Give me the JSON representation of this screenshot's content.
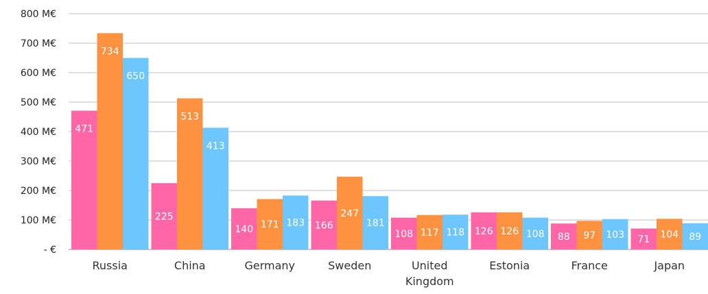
{
  "chart_data": {
    "type": "bar",
    "categories": [
      [
        "Russia"
      ],
      [
        "China"
      ],
      [
        "Germany"
      ],
      [
        "Sweden"
      ],
      [
        "United",
        "Kingdom"
      ],
      [
        "Estonia"
      ],
      [
        "France"
      ],
      [
        "Japan"
      ]
    ],
    "series": [
      {
        "color": "#ff66a8",
        "values": [
          471,
          225,
          140,
          166,
          108,
          126,
          88,
          71
        ]
      },
      {
        "color": "#ff9240",
        "values": [
          734,
          513,
          171,
          247,
          117,
          126,
          97,
          104
        ]
      },
      {
        "color": "#6ec6ff",
        "values": [
          650,
          413,
          183,
          181,
          118,
          108,
          103,
          89
        ]
      }
    ],
    "ylim": [
      0,
      800
    ],
    "yticks": [
      {
        "value": 0,
        "label": "- €"
      },
      {
        "value": 100,
        "label": "100 M€"
      },
      {
        "value": 200,
        "label": "200 M€"
      },
      {
        "value": 300,
        "label": "300 M€"
      },
      {
        "value": 400,
        "label": "400 M€"
      },
      {
        "value": 500,
        "label": "500 M€"
      },
      {
        "value": 600,
        "label": "600 M€"
      },
      {
        "value": 700,
        "label": "700 M€"
      },
      {
        "value": 800,
        "label": "800 M€"
      }
    ],
    "grid": true,
    "legend": "none"
  }
}
